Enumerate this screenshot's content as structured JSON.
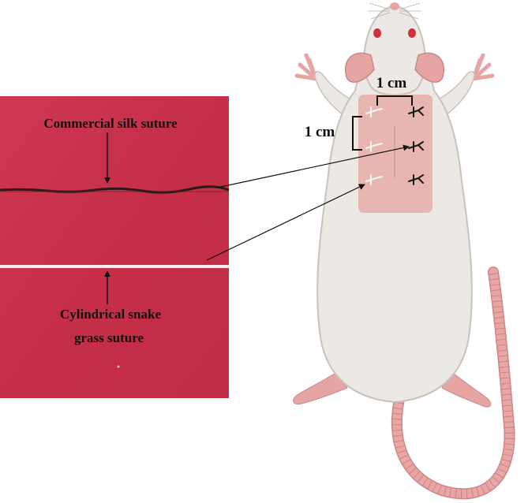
{
  "labels": {
    "commercial": "Commercial silk suture",
    "cylindrical_line1": "Cylindrical  snake",
    "cylindrical_line2": "grass suture",
    "dim_horizontal": "1 cm",
    "dim_vertical": "1 cm"
  },
  "colors": {
    "fabric": "#c8324a",
    "fabric_dark": "#b02a40",
    "wound_area": "#e7b3ae",
    "rat_body": "#ece8e3",
    "rat_outline": "#c9c3bd",
    "rat_pink": "#e6a4a3",
    "rat_eye": "#d0303b",
    "tail": "#e9a6a5",
    "tail_ring": "#cc8787",
    "suture_white": "#f6f6f6",
    "suture_black": "#1a1a1a",
    "arrow": "#111111"
  },
  "icons": {
    "suture_white": "white-stitch-icon",
    "suture_black": "black-stitch-icon"
  }
}
